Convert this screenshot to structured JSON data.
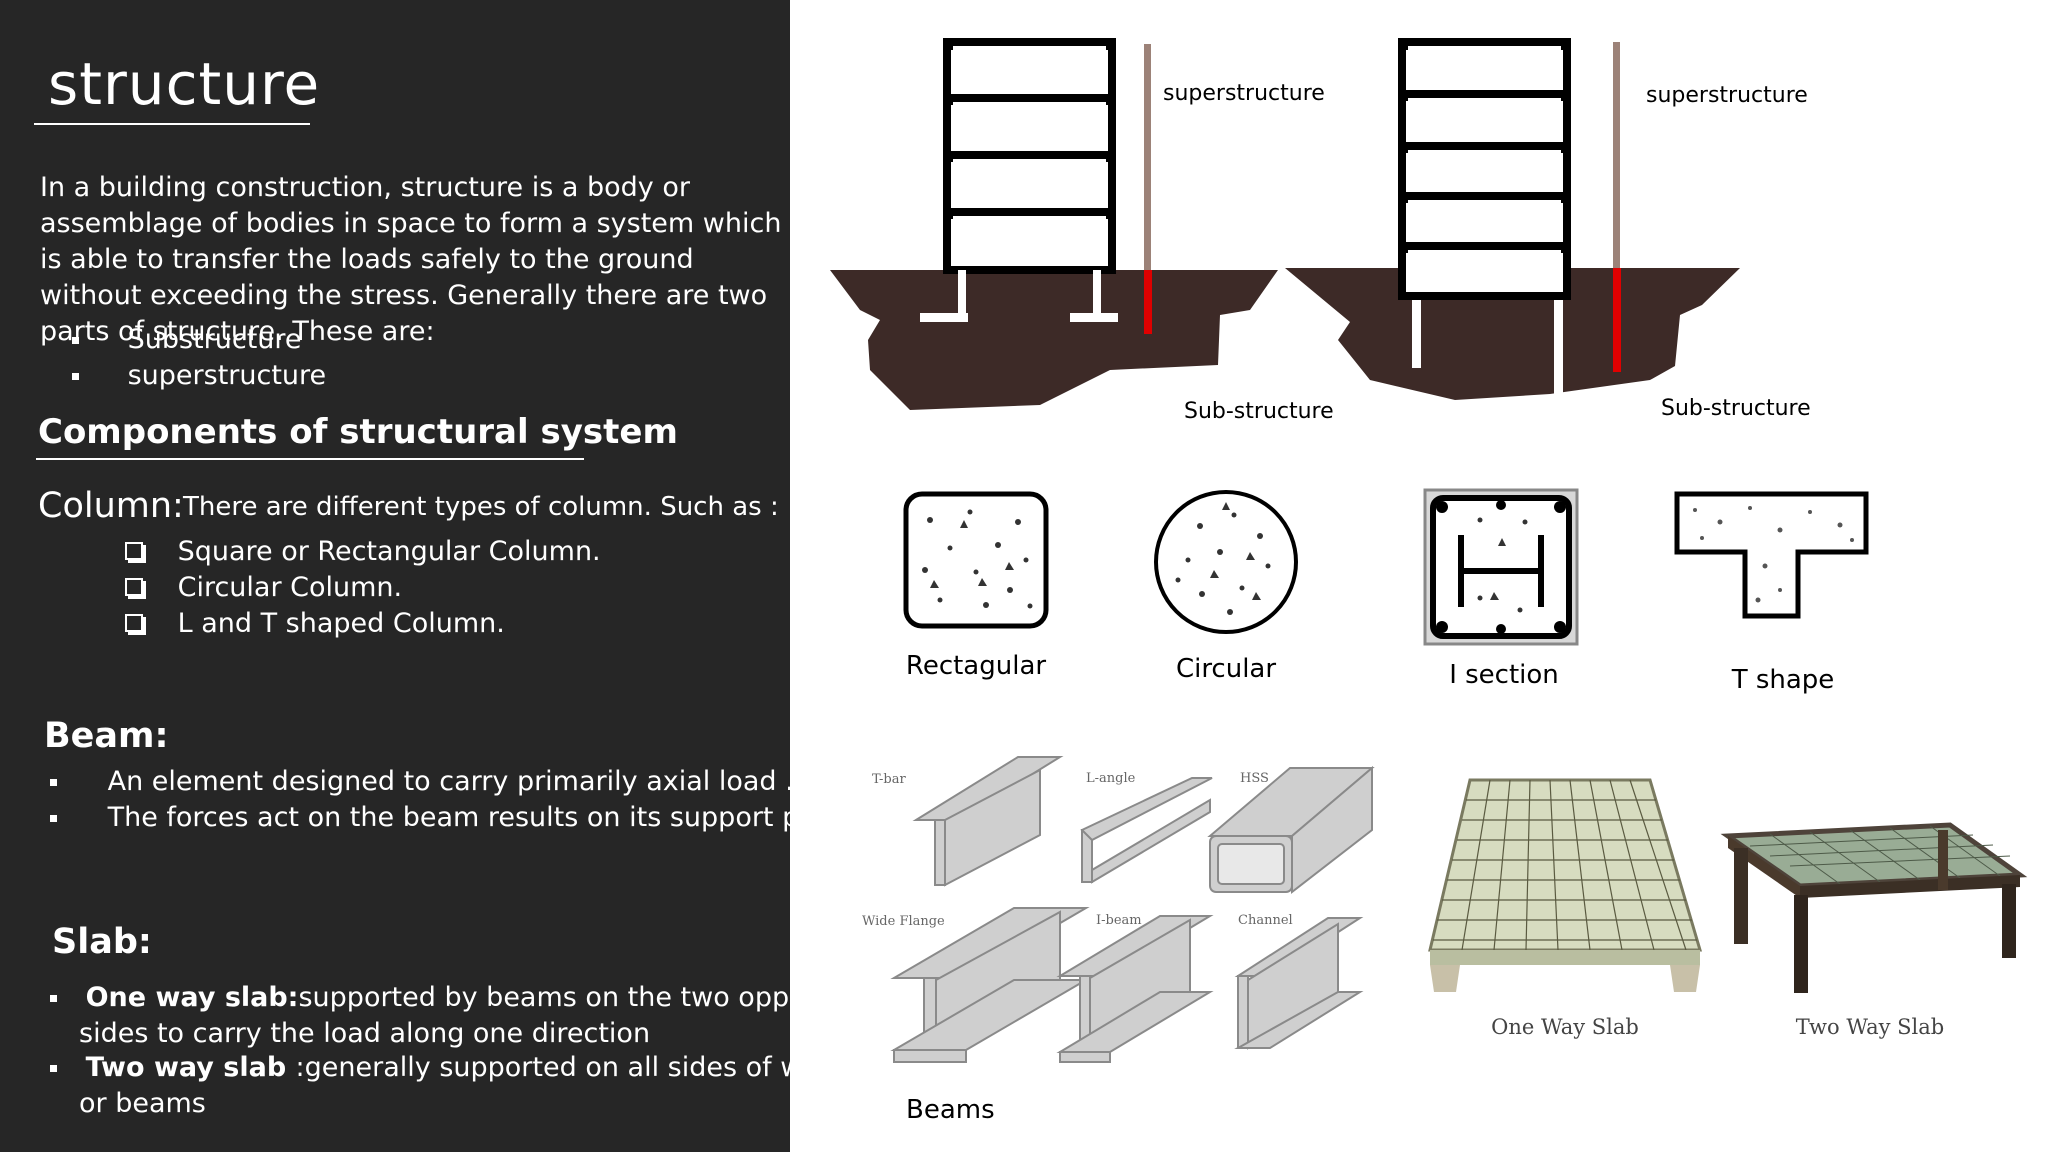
{
  "slide": {
    "title": "structure",
    "intro": "In a building construction, structure is a body or assemblage of bodies in space to form a system which is able to transfer the loads safely to the ground without exceeding the stress. Generally there are two parts of structure. These are:",
    "parts": [
      "Substructure",
      "superstructure"
    ],
    "components_heading": "Components of  structural system",
    "column": {
      "heading": "Column:",
      "text": "There are different types of column. Such as :",
      "types": [
        "Square or Rectangular Column.",
        "Circular Column.",
        "L and T shaped Column."
      ]
    },
    "beam": {
      "heading": "Beam:",
      "points": [
        "An element designed to carry primarily axial load .",
        " The forces act on the beam results on its support point."
      ]
    },
    "slab": {
      "heading": "Slab:",
      "one_way_bold": "One way slab:",
      "one_way_rest": "supported by beams on the two opposite",
      "one_way_line2": "sides to carry the load along one direction",
      "two_way_bold": "Two way slab ",
      "two_way_rest": ":generally supported on all sides of walls",
      "two_way_line2": "or beams"
    }
  },
  "figures": {
    "building_left": {
      "superstructure": "superstructure",
      "substructure": "Sub-structure"
    },
    "building_right": {
      "superstructure": "superstructure",
      "substructure": "Sub-structure"
    },
    "columns": [
      "Rectagular",
      "Circular",
      "I section",
      "T shape"
    ],
    "beam_types": [
      "T-bar",
      "L-angle",
      "HSS",
      "Wide Flange",
      "I-beam",
      "Channel"
    ],
    "beams_caption": "Beams",
    "slabs": [
      "One Way Slab",
      "Two Way Slab"
    ]
  },
  "colors": {
    "panel_bg": "#262626",
    "ground": "#3d2a27",
    "substructure_marker": "#e00000",
    "pole": "#9c8278"
  }
}
